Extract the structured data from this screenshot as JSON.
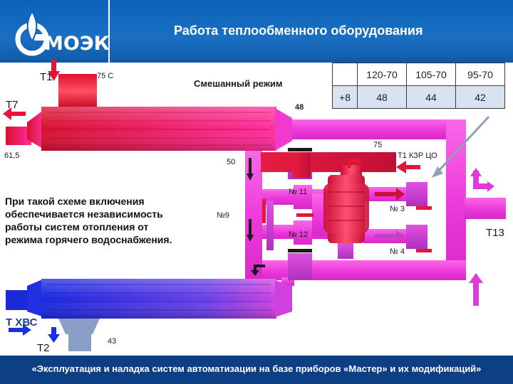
{
  "header": {
    "logo_text": "МОЭК",
    "title": "Работа теплообменного оборудования"
  },
  "footer": {
    "text": "«Эксплуатация и наладка систем автоматизации на базе приборов «Мастер» и их модификаций»"
  },
  "diagram": {
    "mode_label": "Смешанный  режим",
    "labels": {
      "t1": "Т1",
      "t1_temp": "75 С",
      "t7": "Т7",
      "t7_temp": "61,5",
      "t2": "Т2",
      "t2_temp": "43",
      "t_hvs": "Т ХВС",
      "t13": "Т13",
      "t1_kzr": "Т1 КЗР ЦО",
      "val_48": "48",
      "val_75": "75",
      "val_50": "50",
      "n9": "№9",
      "n11": "№ 11",
      "n12": "№ 12",
      "n3": "№ 3",
      "n4": "№ 4"
    },
    "note_lines": [
      "При такой схеме включения",
      "обеспечивается независимость",
      "работы систем отопления от",
      "режима горячего водоснабжения."
    ]
  },
  "table": {
    "header": [
      "",
      "120-70",
      "105-70",
      "95-70"
    ],
    "row": [
      "+8",
      "48",
      "44",
      "42"
    ]
  },
  "colors": {
    "header_blue": "#0a63b8",
    "footer_blue": "#0d3f84",
    "pipe_magenta": "#f040d8",
    "arrow_red": "#e5153a"
  }
}
